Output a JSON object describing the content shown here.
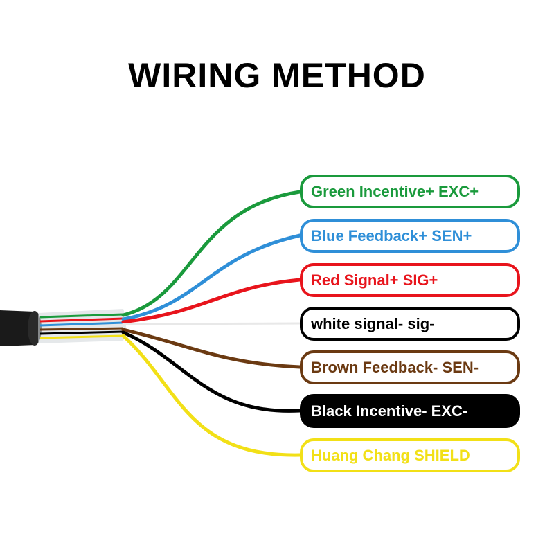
{
  "title": "WIRING METHOD",
  "wires": [
    {
      "label": "Green Incentive+ EXC+",
      "color": "#1a9a3c",
      "text_color": "#1a9a3c",
      "fill": "#ffffff"
    },
    {
      "label": "Blue Feedback+ SEN+",
      "color": "#2f8fd8",
      "text_color": "#2f8fd8",
      "fill": "#ffffff"
    },
    {
      "label": "Red Signal+ SIG+",
      "color": "#e8141c",
      "text_color": "#e8141c",
      "fill": "#ffffff"
    },
    {
      "label": "white signal- sig-",
      "color": "#000000",
      "text_color": "#000000",
      "fill": "#ffffff",
      "wire_color": "#e8e8e8"
    },
    {
      "label": "Brown Feedback- SEN-",
      "color": "#6b3a12",
      "text_color": "#6b3a12",
      "fill": "#ffffff"
    },
    {
      "label": "Black Incentive- EXC-",
      "color": "#000000",
      "text_color": "#ffffff",
      "fill": "#000000"
    },
    {
      "label": "Huang Chang SHIELD",
      "color": "#f2e017",
      "text_color": "#f2e017",
      "fill": "#ffffff"
    }
  ]
}
